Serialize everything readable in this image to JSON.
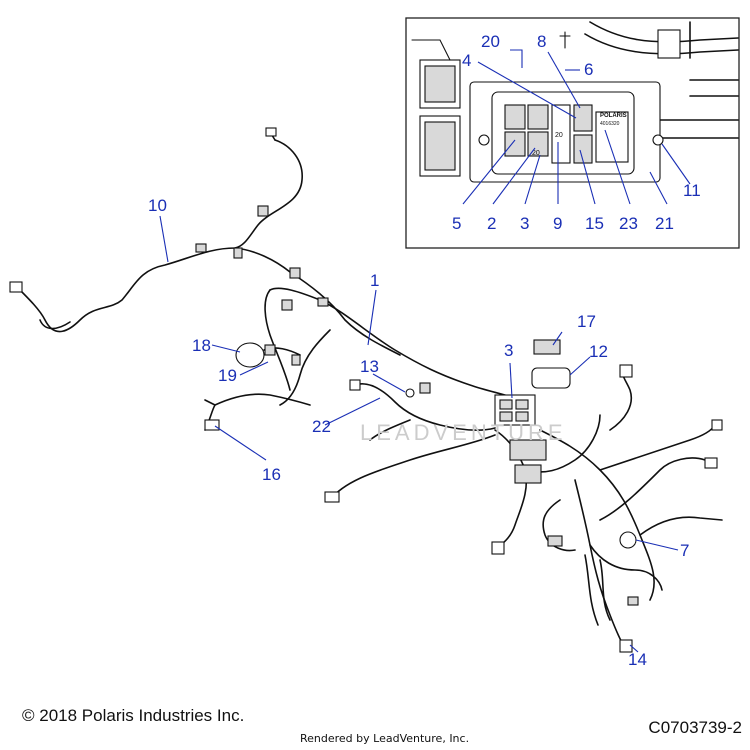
{
  "callouts": [
    {
      "id": "c1",
      "text": "1"
    },
    {
      "id": "c2",
      "text": "2"
    },
    {
      "id": "c3a",
      "text": "3"
    },
    {
      "id": "c3b",
      "text": "3"
    },
    {
      "id": "c4",
      "text": "4"
    },
    {
      "id": "c5",
      "text": "5"
    },
    {
      "id": "c6",
      "text": "6"
    },
    {
      "id": "c7",
      "text": "7"
    },
    {
      "id": "c8",
      "text": "8"
    },
    {
      "id": "c9",
      "text": "9"
    },
    {
      "id": "c10",
      "text": "10"
    },
    {
      "id": "c11",
      "text": "11"
    },
    {
      "id": "c12",
      "text": "12"
    },
    {
      "id": "c13",
      "text": "13"
    },
    {
      "id": "c14",
      "text": "14"
    },
    {
      "id": "c15",
      "text": "15"
    },
    {
      "id": "c16",
      "text": "16"
    },
    {
      "id": "c17",
      "text": "17"
    },
    {
      "id": "c18",
      "text": "18"
    },
    {
      "id": "c19",
      "text": "19"
    },
    {
      "id": "c20",
      "text": "20"
    },
    {
      "id": "c21",
      "text": "21"
    },
    {
      "id": "c22",
      "text": "22"
    },
    {
      "id": "c23",
      "text": "23"
    }
  ],
  "fuse_box": {
    "brand": "POLARIS",
    "part_no": "4016320",
    "slot_a": "20",
    "slot_b": "20"
  },
  "watermark": "LEADVENTURE",
  "footer": {
    "copyright": "© 2018 Polaris Industries Inc.",
    "rendered_by": "Rendered by LeadVenture, Inc.",
    "drawing_id": "C0703739-2"
  }
}
